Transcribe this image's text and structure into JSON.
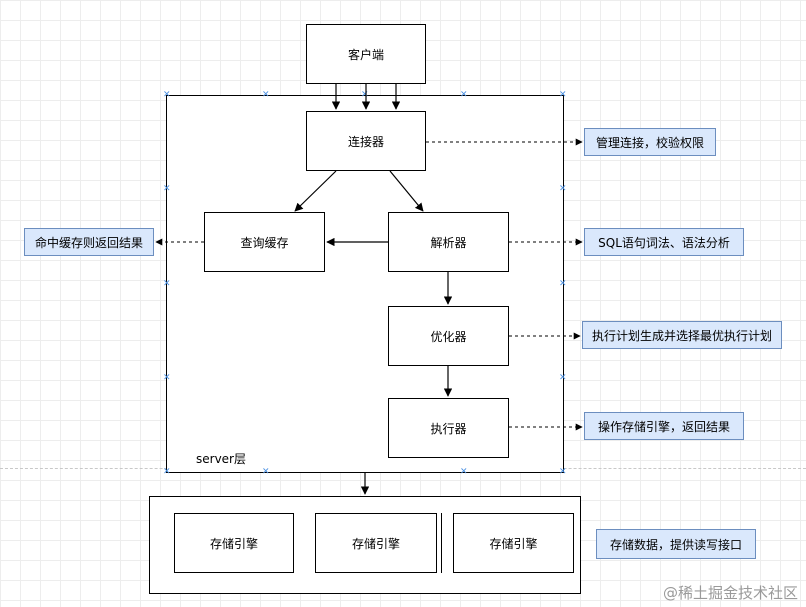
{
  "nodes": {
    "client": "客户端",
    "connector": "连接器",
    "query_cache": "查询缓存",
    "parser": "解析器",
    "optimizer": "优化器",
    "executor": "执行器",
    "engine_1": "存储引擎",
    "engine_2": "存储引擎",
    "engine_3": "存储引擎"
  },
  "annotations": {
    "connector_note": "管理连接，校验权限",
    "cache_note": "命中缓存则返回结果",
    "parser_note": "SQL语句词法、语法分析",
    "optimizer_note": "执行计划生成并选择最优执行计划",
    "executor_note": "操作存储引擎，返回结果",
    "storage_note": "存储数据，提供读写接口"
  },
  "labels": {
    "server_layer": "server层"
  },
  "watermark": "@稀土掘金技术社区",
  "colors": {
    "note_fill": "#dae8fc",
    "note_border": "#6c8ebf",
    "grid": "#ededed",
    "selection_marker": "#4a90e2"
  }
}
